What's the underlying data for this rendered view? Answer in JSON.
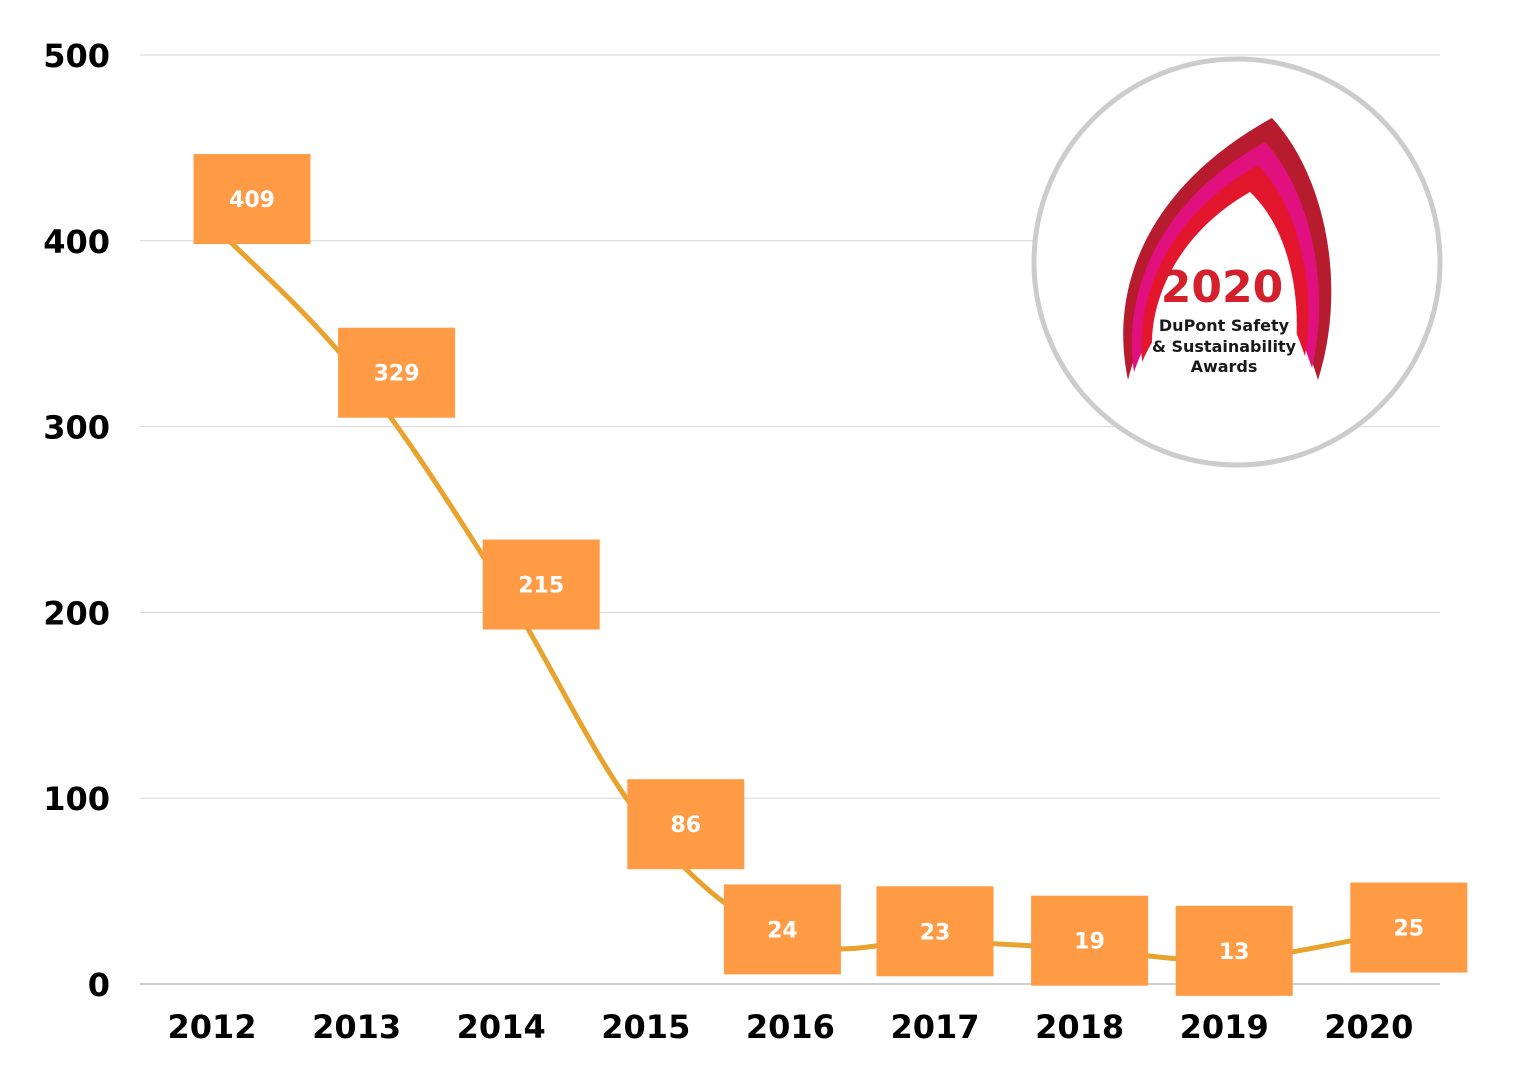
{
  "chart_data": {
    "type": "line",
    "categories": [
      "2012",
      "2013",
      "2014",
      "2015",
      "2016",
      "2017",
      "2018",
      "2019",
      "2020"
    ],
    "series": [
      {
        "values": [
          409,
          329,
          215,
          86,
          24,
          23,
          19,
          13,
          25
        ]
      }
    ],
    "ylim": [
      0,
      500
    ],
    "yticks": [
      "0",
      "100",
      "200",
      "300",
      "400",
      "500"
    ],
    "grid": true,
    "smooth": true,
    "line_color": "#E8A22E",
    "label_box_color": "#FF9B45",
    "label_text_color": "#FFFFFF"
  },
  "badge": {
    "year": "2020",
    "line1": "DuPont Safety",
    "line2": "& Sustainability",
    "line3": "Awards",
    "ring_color": "#CCCCCC",
    "year_color": "#D41F2C",
    "flame_colors": [
      "#B71C2E",
      "#E0117F",
      "#E2162C"
    ]
  }
}
